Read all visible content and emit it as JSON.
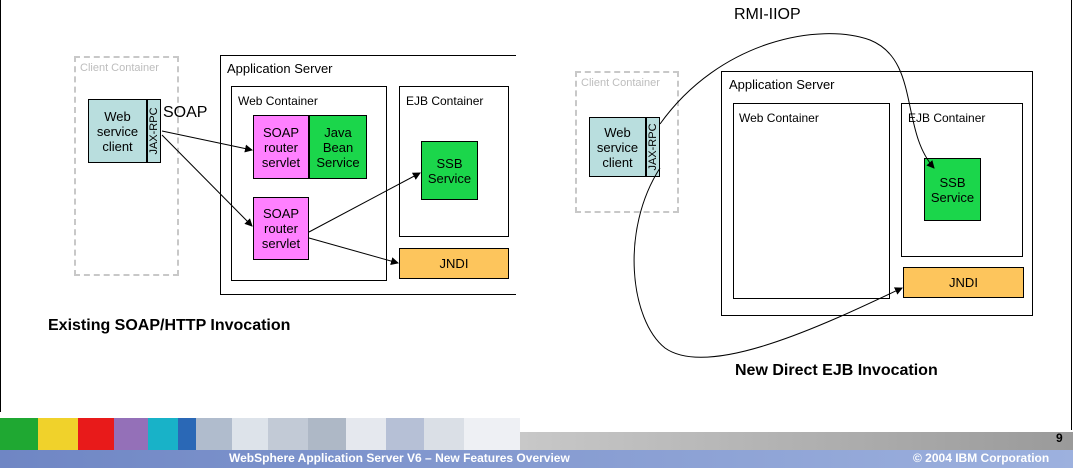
{
  "diagram": {
    "left": {
      "client_container": "Client Container",
      "client": "Web service client",
      "jax_rpc": "JAX-RPC",
      "soap_label": "SOAP",
      "app_server": "Application Server",
      "web_container": "Web Container",
      "ejb_container": "EJB Container",
      "soap_router_1": "SOAP router servlet",
      "java_bean": "Java Bean Service",
      "soap_router_2": "SOAP router servlet",
      "ssb": "SSB Service",
      "jndi": "JNDI",
      "heading": "Existing SOAP/HTTP Invocation"
    },
    "right": {
      "protocol": "RMI-IIOP",
      "client_container": "Client Container",
      "client": "Web service client",
      "jax_rpc": "JAX-RPC",
      "app_server": "Application Server",
      "web_container": "Web Container",
      "ejb_container": "EJB Container",
      "ssb": "SSB Service",
      "jndi": "JNDI",
      "heading": "New Direct EJB Invocation"
    }
  },
  "footer": {
    "title": "WebSphere Application Server V6 – New Features Overview",
    "copyright": "© 2004 IBM Corporation",
    "page_number": "9"
  },
  "colors": {
    "client": "#b9dede",
    "soap_servlet": "#ff80ff",
    "service": "#1bd64b",
    "jndi": "#fdc55c",
    "footer_bar": "#7f95cf"
  }
}
